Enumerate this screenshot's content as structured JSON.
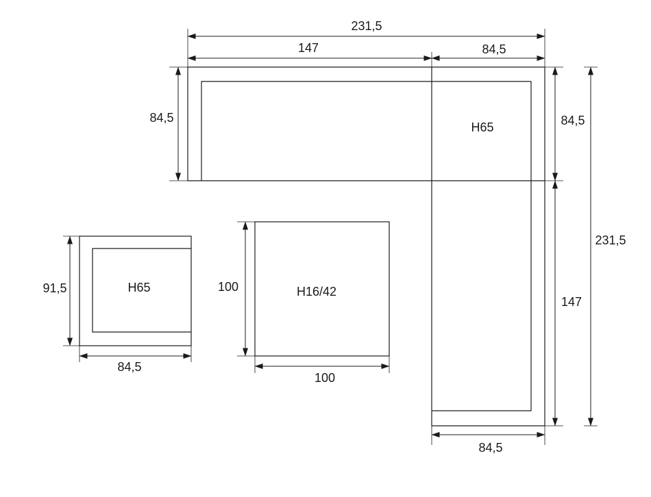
{
  "colors": {
    "line": "#1a1a1a",
    "background": "#ffffff"
  },
  "labels": {
    "corner_height": "H65",
    "chair_height": "H65",
    "table_height": "H16/42"
  },
  "dimensions": {
    "overall_width": "231,5",
    "overall_depth": "231,5",
    "long_side_width": "147",
    "corner_width": "84,5",
    "long_side_depth": "84,5",
    "corner_depth": "84,5",
    "short_side_length": "147",
    "short_side_width": "84,5",
    "chair_depth": "91,5",
    "chair_width": "84,5",
    "table_depth": "100",
    "table_width": "100"
  }
}
